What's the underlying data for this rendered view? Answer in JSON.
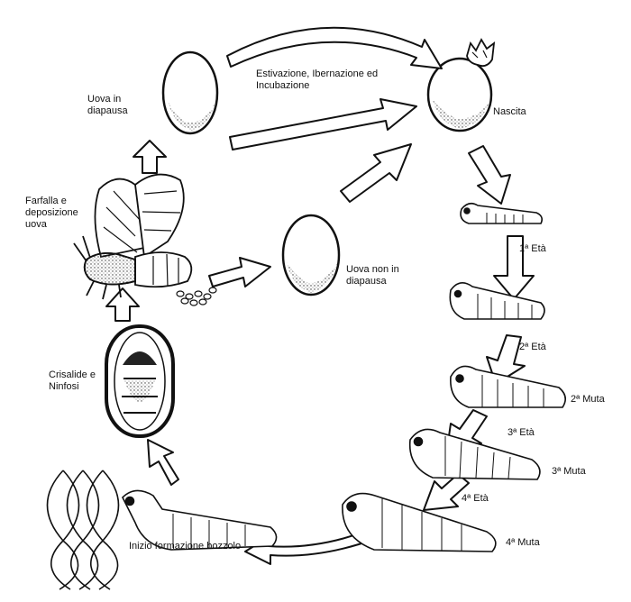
{
  "diagram": {
    "colors": {
      "ink": "#111111",
      "paper": "#ffffff",
      "stipple": "#333333"
    },
    "labels": {
      "eggs_diapause": "Uova in diapausa",
      "estivation": "Estivazione, Ibernazione ed Incubazione",
      "hatching": "Nascita",
      "moth": "Farfalla e deposizione uova",
      "eggs_no_diapause": "Uova non in diapausa",
      "age1": "1ª Età",
      "age2": "2ª Età",
      "molt2": "2ª Muta",
      "age3": "3ª Età",
      "molt3": "3ª Muta",
      "age4": "4ª Età",
      "molt4": "4ª Muta",
      "pupa": "Crisalide e Ninfosi",
      "cocoon_start": "Inizio formazione bozzolo"
    }
  }
}
